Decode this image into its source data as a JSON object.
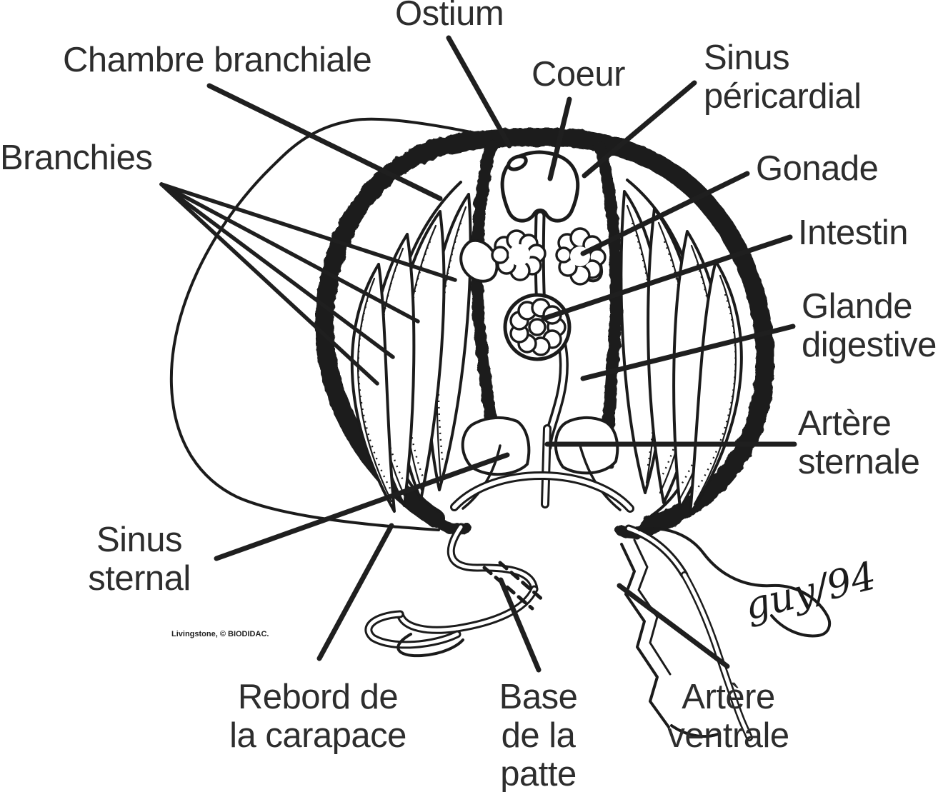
{
  "figure": {
    "subject": "crab-cross-section-anatomy-diagram",
    "language": "French"
  },
  "colors": {
    "ink": "#1b1b1b",
    "label_text": "#2d2d2d",
    "background": "#ffffff"
  },
  "annotations": {
    "ostium": {
      "text": "Ostium"
    },
    "chambre_branchiale": {
      "text": "Chambre branchiale"
    },
    "coeur": {
      "text": "Coeur"
    },
    "sinus_pericardial": {
      "line1": "Sinus",
      "line2": "péricardial"
    },
    "branchies": {
      "text": "Branchies"
    },
    "gonade": {
      "text": "Gonade"
    },
    "intestin": {
      "text": "Intestin"
    },
    "glande_digestive": {
      "line1": "Glande",
      "line2": "digestive"
    },
    "artere_sternale": {
      "line1": "Artère",
      "line2": "sternale"
    },
    "sinus_sternal": {
      "line1": "Sinus",
      "line2": "sternal"
    },
    "rebord_carapace": {
      "line1": "Rebord de",
      "line2": "la carapace"
    },
    "base_patte": {
      "line1": "Base",
      "line2": "de la",
      "line3": "patte"
    },
    "artere_ventrale": {
      "line1": "Artère",
      "line2": "ventrale"
    },
    "credit": {
      "text": "Livingstone, © BIODIDAC."
    },
    "signature": {
      "text": "guy/94"
    }
  }
}
